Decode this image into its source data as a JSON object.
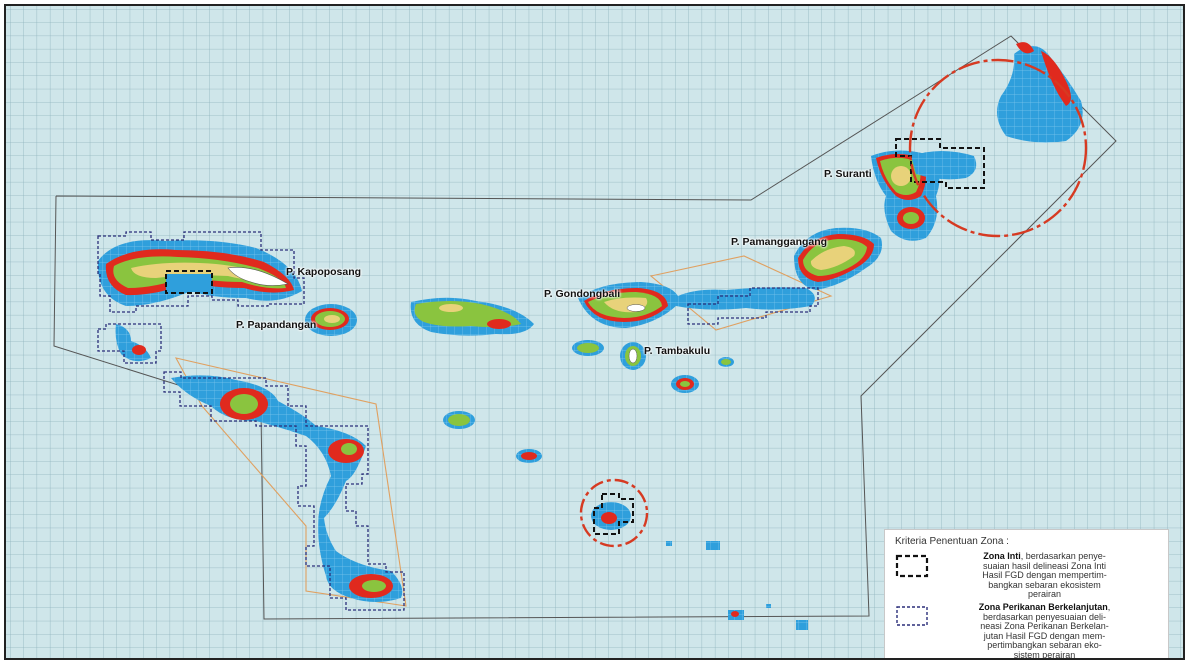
{
  "map": {
    "labels": {
      "kapoposang": "P. Kapoposang",
      "papandangan": "P. Papandangan",
      "gondongbali": "P. Gondongbali",
      "tambakulu": "P. Tambakulu",
      "pamanggangang": "P. Pamanggangang",
      "suranti": "P. Suranti"
    },
    "colors": {
      "sea": "#cfe6ea",
      "grid": "#8fb3bd",
      "reef_blue": "#2f9fdc",
      "reef_red": "#e02a1e",
      "island_green": "#8ac43f",
      "island_yellow": "#e8d27a",
      "zona_inti_border": "#111111",
      "zona_perikanan_border": "#2b2f7a",
      "boundary_line": "#555555",
      "orange_outline": "#e0a060",
      "red_circle": "#d63a22"
    }
  },
  "legend": {
    "title": "Kriteria Penentuan Zona :",
    "zona_inti": {
      "name": "Zona Inti",
      "desc_1": ", berdasarkan penye-",
      "desc_2": "suaian hasil delineasi Zona Inti",
      "desc_3": "Hasil FGD dengan mempertim-",
      "desc_4": "bangkan sebaran ekosistem",
      "desc_5": "perairan"
    },
    "zona_perikanan": {
      "name": "Zona Perikanan Berkelanjutan",
      "desc_1": ",",
      "desc_2": "berdasarkan penyesuaian deli-",
      "desc_3": "neasi Zona Perikanan Berkelan-",
      "desc_4": "jutan Hasil FGD dengan mem-",
      "desc_5": "pertimbangkan sebaran eko-",
      "desc_6": "sistem perairan"
    }
  }
}
